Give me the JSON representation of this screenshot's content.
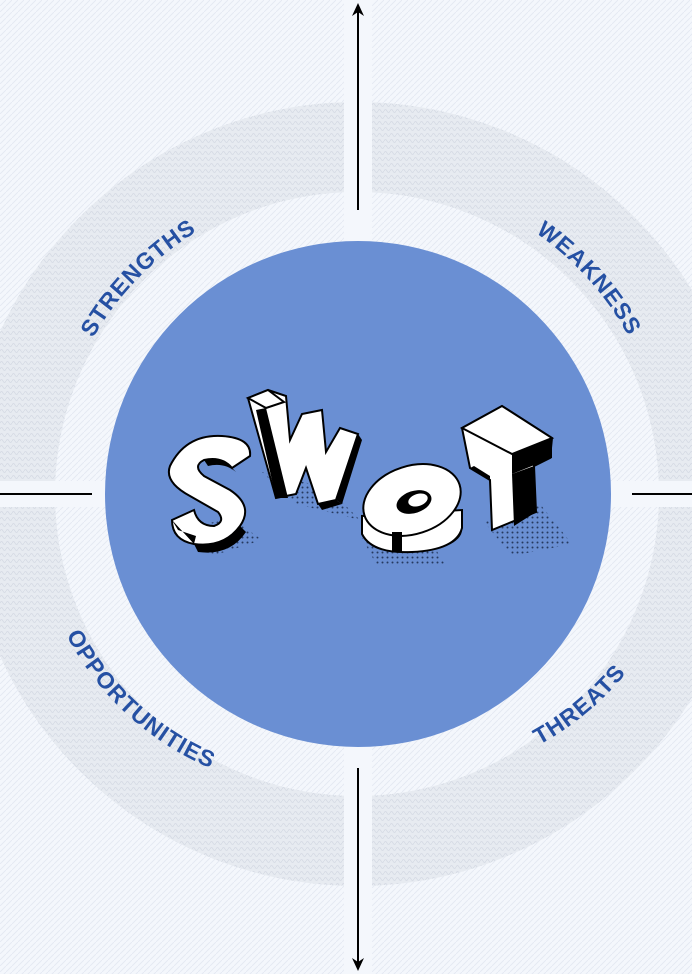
{
  "quadrants": {
    "strengths": "STRENGTHS",
    "weakness": "WEAKNESS",
    "opportunities": "OPPORTUNITIES",
    "threats": "THREATS"
  },
  "center": {
    "letters": [
      "S",
      "W",
      "O",
      "T"
    ]
  },
  "colors": {
    "background": "#f3f6fb",
    "ring": "#e4e8ef",
    "circle": "#6a8fd3",
    "label": "#2550a3",
    "axis": "#000000"
  }
}
